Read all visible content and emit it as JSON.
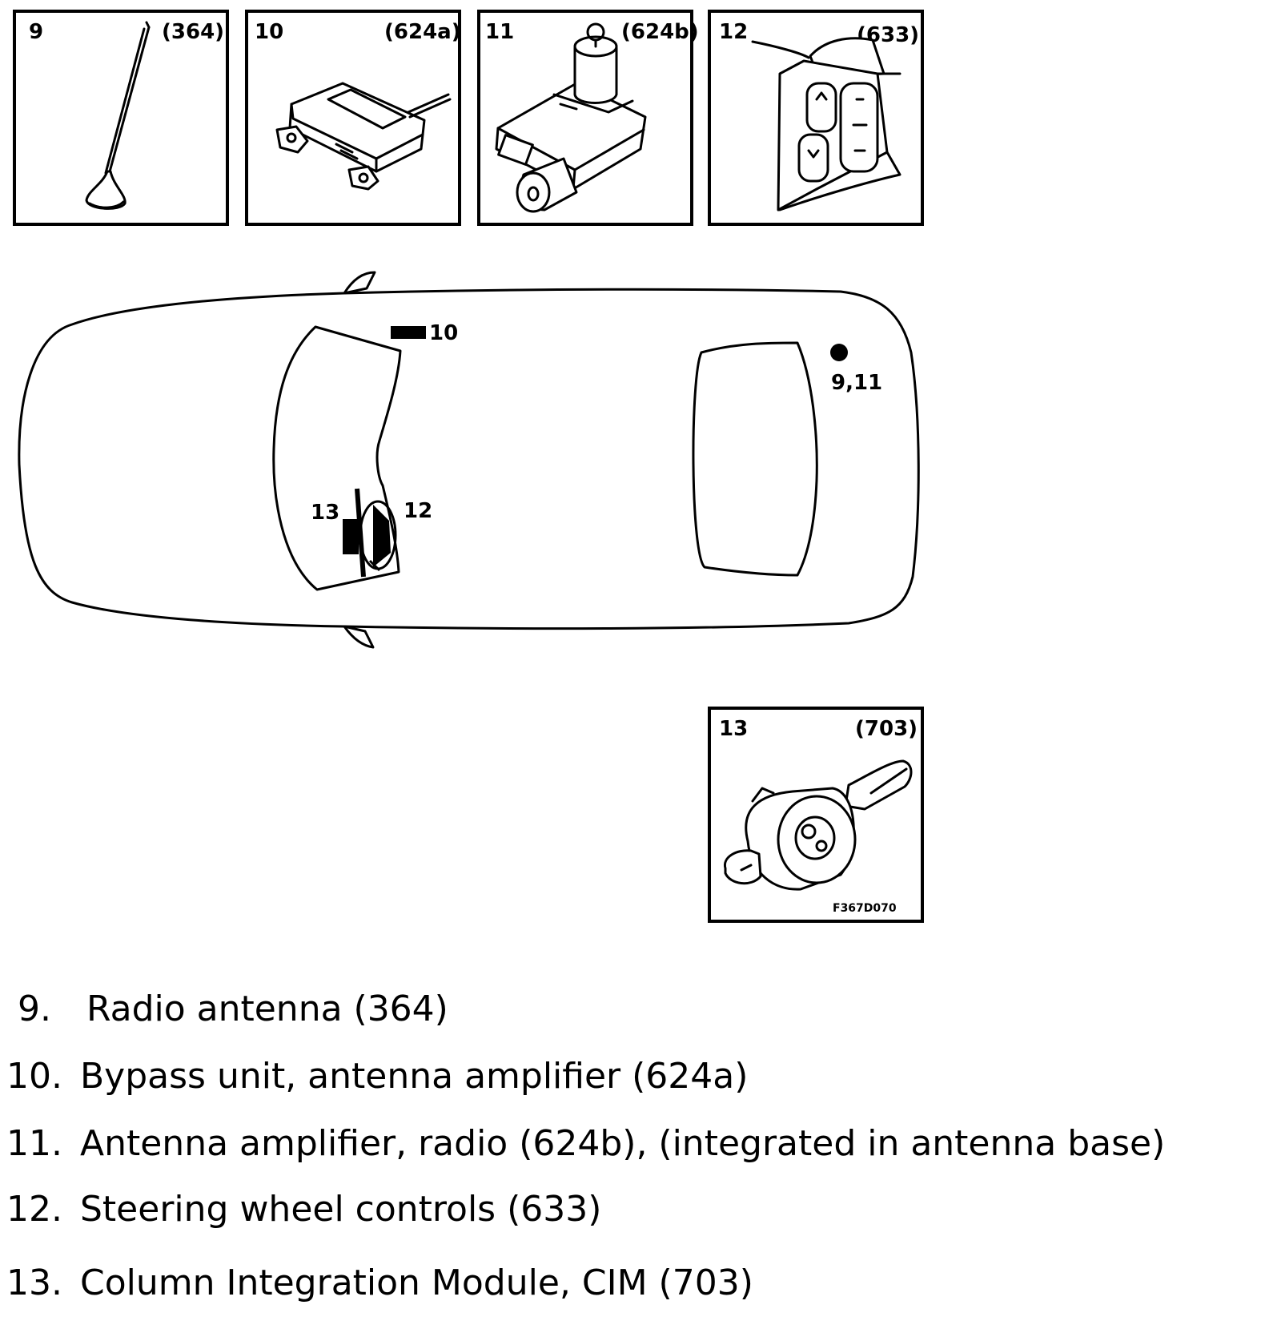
{
  "panels": [
    {
      "id": "panel-9",
      "number": "9",
      "code": "(364)"
    },
    {
      "id": "panel-10",
      "number": "10",
      "code": "(624a)"
    },
    {
      "id": "panel-11",
      "number": "11",
      "code": "(624b)"
    },
    {
      "id": "panel-12",
      "number": "12",
      "code": "(633)"
    },
    {
      "id": "panel-13",
      "number": "13",
      "code": "(703)"
    }
  ],
  "figure_code": "F367D070",
  "car_callouts": {
    "c10": "10",
    "c911": "9,11",
    "c13": "13",
    "c12": "12"
  },
  "legend": [
    {
      "number": "9.",
      "text": "Radio antenna (364)"
    },
    {
      "number": "10.",
      "text": "Bypass unit, antenna amplifier (624a)"
    },
    {
      "number": "11.",
      "text": "Antenna amplifier, radio (624b), (integrated in antenna base)"
    },
    {
      "number": "12.",
      "text": "Steering wheel controls (633)"
    },
    {
      "number": "13.",
      "text": "Column Integration Module, CIM (703)"
    }
  ]
}
